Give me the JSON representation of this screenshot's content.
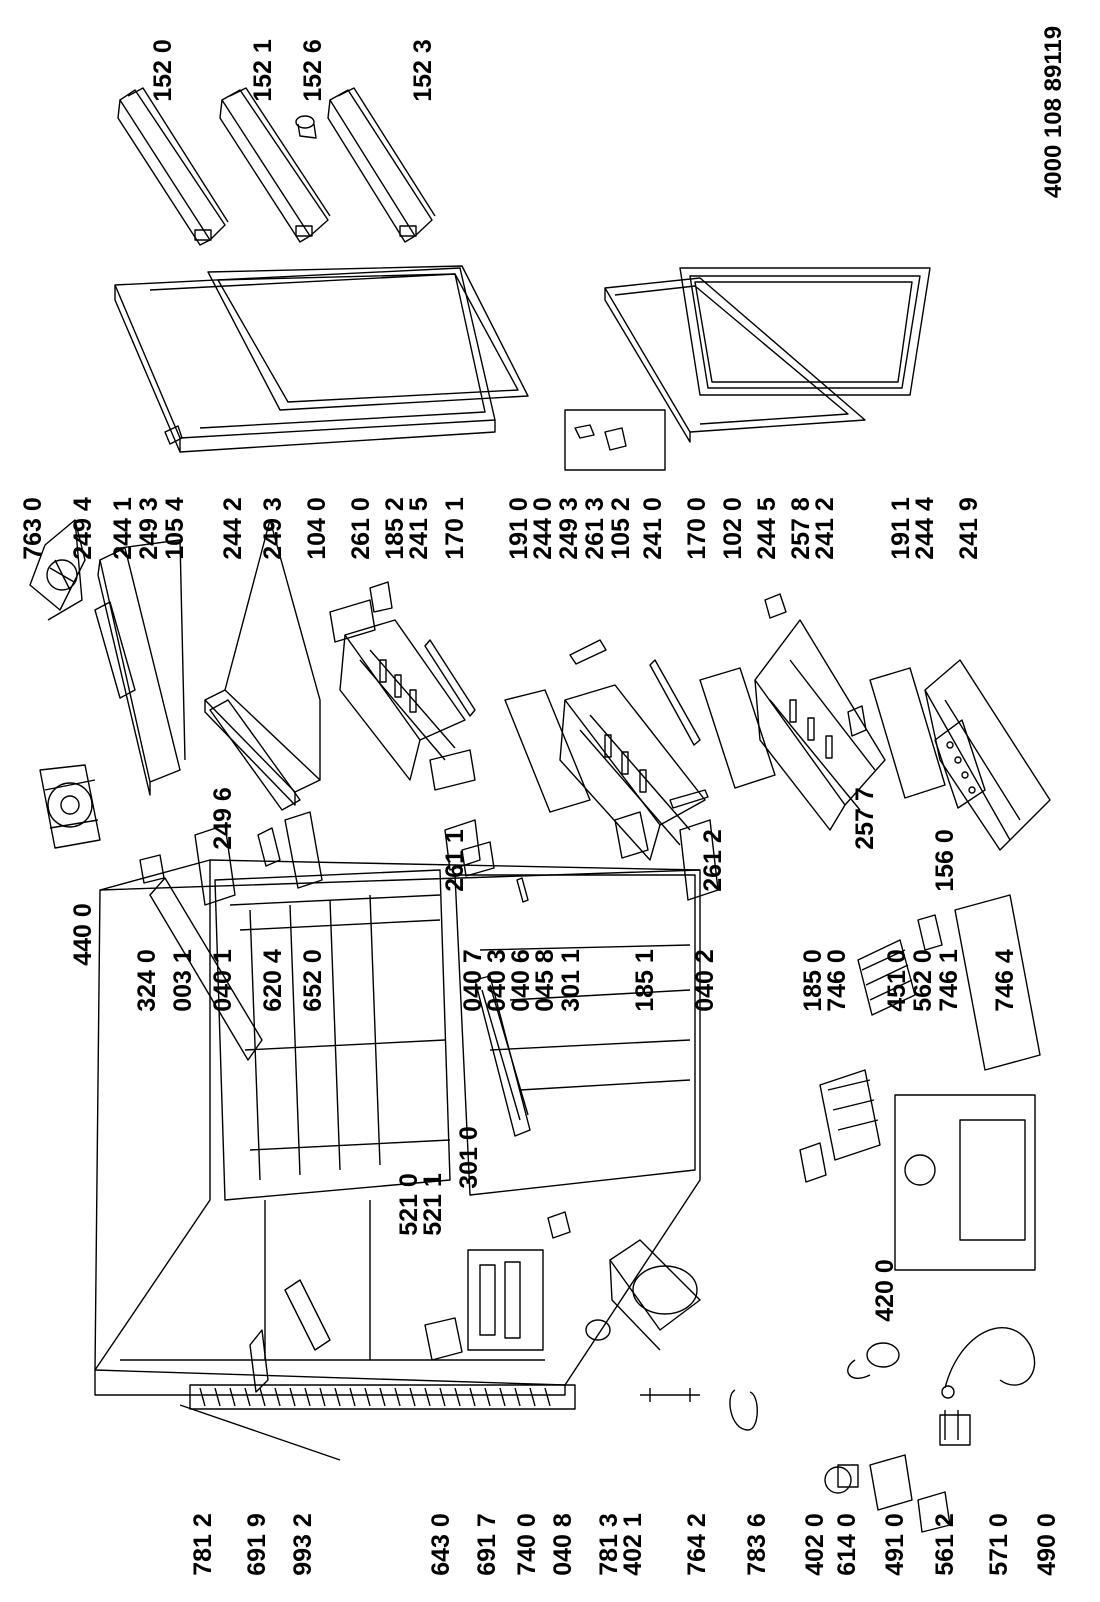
{
  "document": {
    "code": "4000 108 89119"
  },
  "part_labels": [
    "152 0",
    "152 1",
    "152 6",
    "152 3",
    "763 0",
    "249 4",
    "244 1",
    "249 3",
    "105 4",
    "244 2",
    "249 3",
    "104 0",
    "261 0",
    "185 2",
    "241 5",
    "170 1",
    "191 0",
    "244 0",
    "249 3",
    "261 3",
    "105 2",
    "241 0",
    "170 0",
    "102 0",
    "244 5",
    "257 8",
    "241 2",
    "191 1",
    "244 4",
    "241 9",
    "440 0",
    "249 6",
    "261 1",
    "261 2",
    "257 7",
    "156 0",
    "324 0",
    "003 1",
    "040 1",
    "620 4",
    "652 0",
    "040 7",
    "040 3",
    "040 6",
    "045 8",
    "301 1",
    "185 1",
    "040 2",
    "301 0",
    "521 0",
    "521 1",
    "185 0",
    "746 0",
    "451 0",
    "562 0",
    "746 1",
    "746 4",
    "420 0",
    "781 2",
    "691 9",
    "993 2",
    "643 0",
    "691 7",
    "740 0",
    "040 8",
    "781 3",
    "402 1",
    "764 2",
    "783 6",
    "402 0",
    "614 0",
    "491 0",
    "561 2",
    "571 0",
    "490 0"
  ],
  "style": {
    "line_color": "#000000",
    "background": "#ffffff"
  }
}
